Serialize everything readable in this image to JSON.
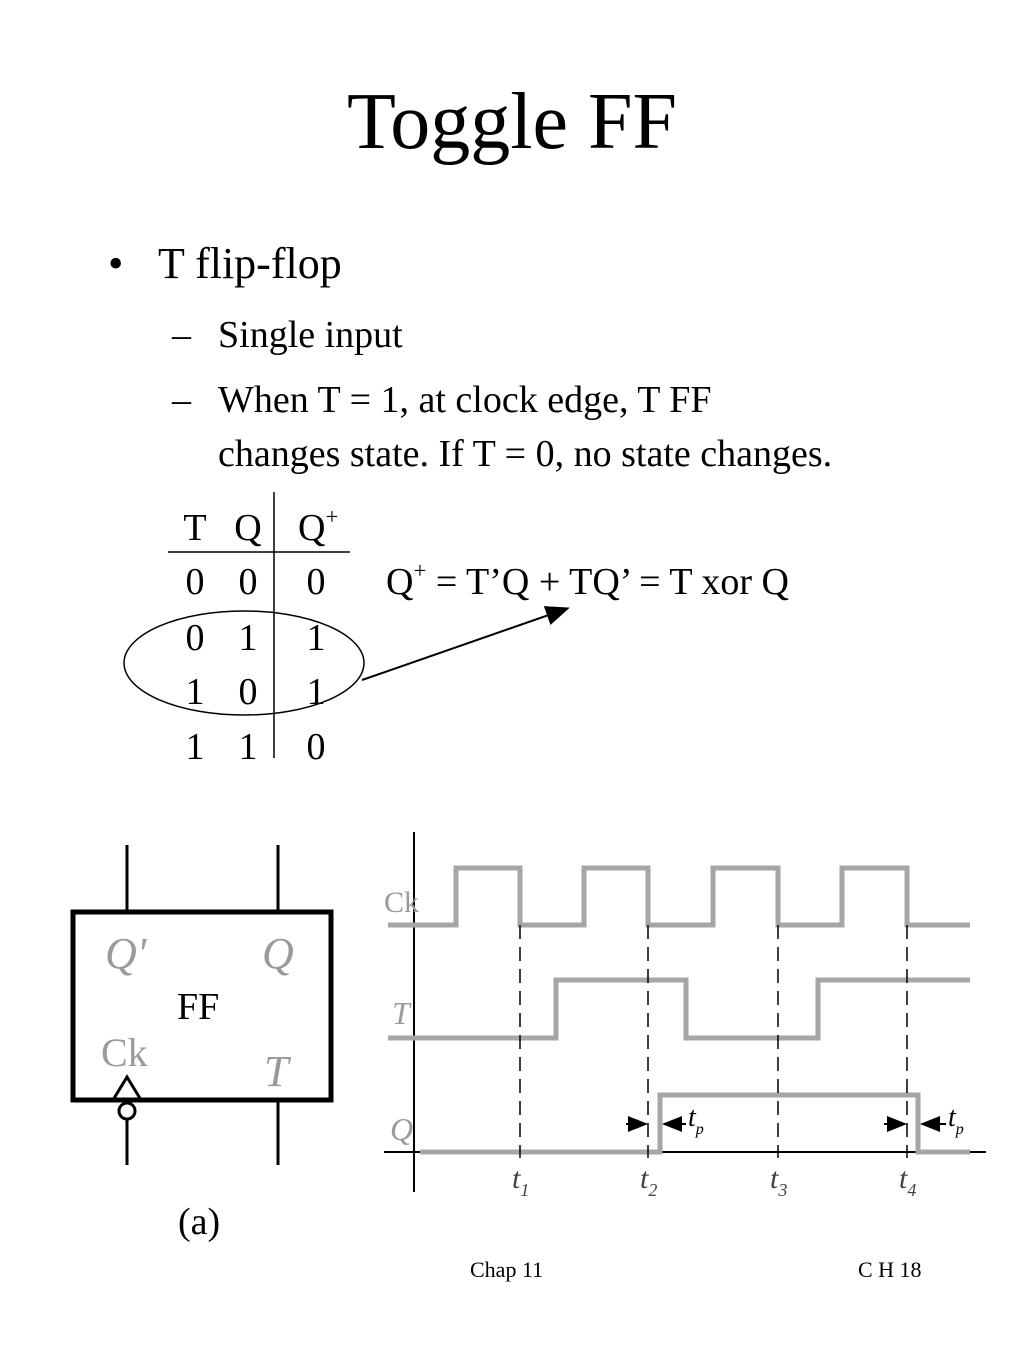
{
  "title": "Toggle FF",
  "bullet": {
    "marker": "•",
    "text": "T flip-flop"
  },
  "subbullets": [
    {
      "marker": "–",
      "lines": [
        "Single input"
      ]
    },
    {
      "marker": "–",
      "lines": [
        "When T = 1, at clock edge, T FF",
        "changes state. If T = 0, no state changes."
      ]
    }
  ],
  "truth_table": {
    "headers": [
      "T",
      "Q",
      "Q",
      "+"
    ],
    "rows": [
      [
        "0",
        "0",
        "0"
      ],
      [
        "0",
        "1",
        "1"
      ],
      [
        "1",
        "0",
        "1"
      ],
      [
        "1",
        "1",
        "0"
      ]
    ]
  },
  "equation": {
    "lhs": "Q",
    "sup": "+",
    "rhs": " = T’Q + TQ’ = T xor Q"
  },
  "ff_block": {
    "center_label": "FF",
    "q_prime": "Q'",
    "q": "Q",
    "ck": "Ck",
    "t": "T",
    "caption": "(a)"
  },
  "timing": {
    "signals": [
      "Ck",
      "T",
      "Q"
    ],
    "time_labels": [
      "t",
      "1",
      "t",
      "2",
      "t",
      "3",
      "t",
      "4"
    ],
    "tp_label": "t",
    "tp_sub": "p"
  },
  "footer": {
    "left": "Chap 11",
    "right": "C H 18"
  }
}
